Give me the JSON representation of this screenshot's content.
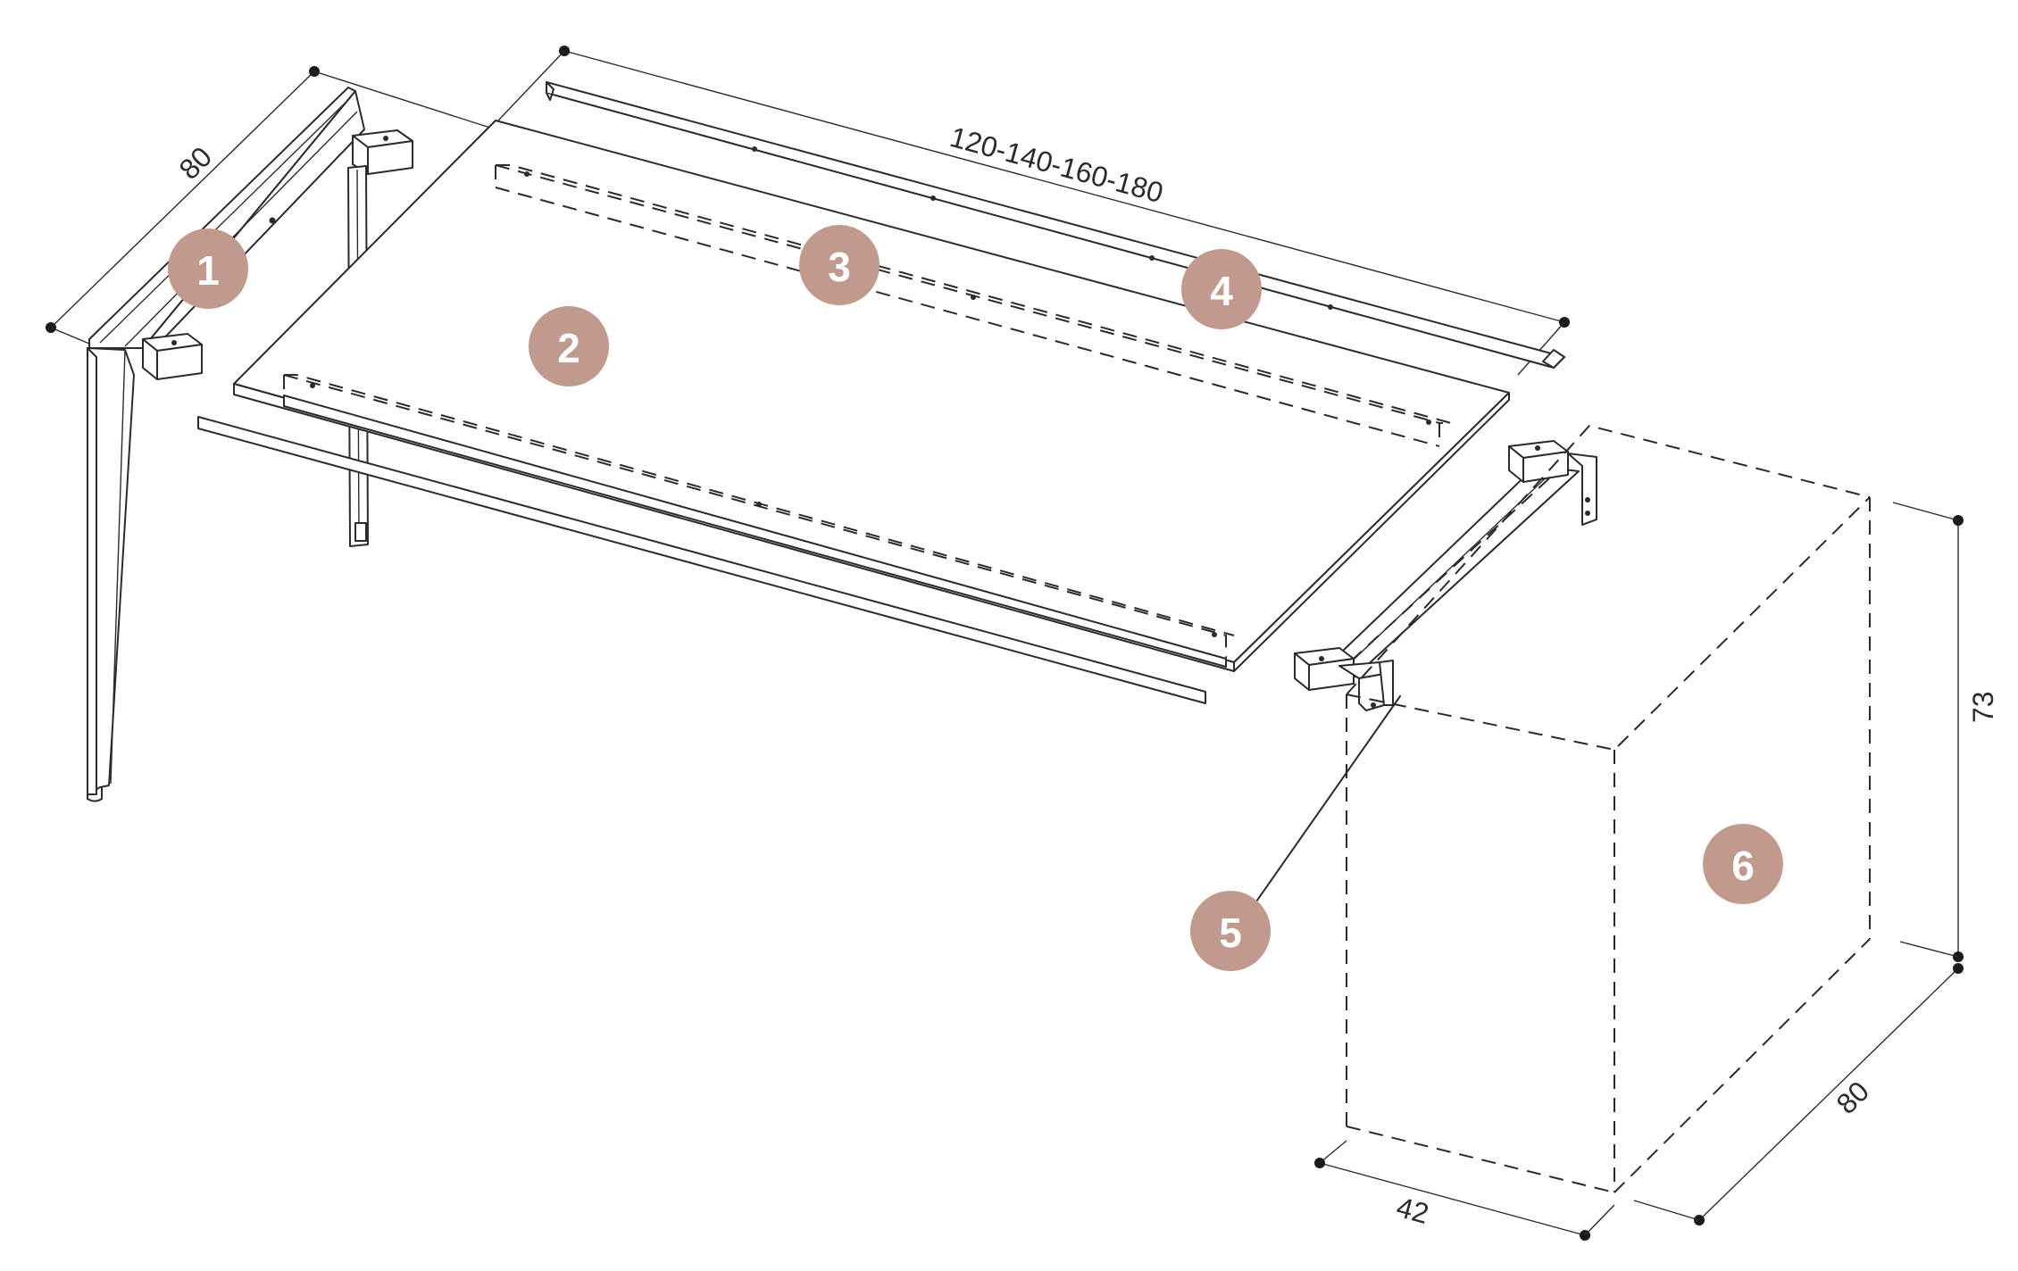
{
  "dimensions": {
    "left_depth": "80",
    "length": "120-140-160-180",
    "height": "73",
    "right_depth": "80",
    "cabinet_width": "42"
  },
  "callouts": [
    "1",
    "2",
    "3",
    "4",
    "5",
    "6"
  ],
  "colors": {
    "badge": "#c09a8c",
    "line": "#2b2b2b",
    "background": "#ffffff"
  }
}
